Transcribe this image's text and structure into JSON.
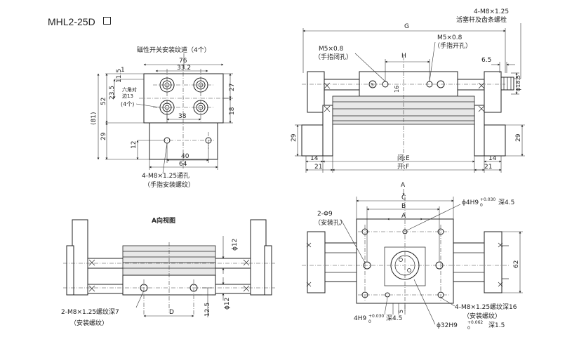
{
  "title": "MHL2-25D",
  "views": {
    "top_left": {
      "note_sensor": "磁性开关安装纹道（4个）",
      "dim_76": "76",
      "dim_33_2": "33.2",
      "dim_1": "1",
      "dim_11_5": "11.5",
      "dim_52": "52",
      "dim_23_5": "23.5",
      "dim_81": "(81)",
      "dim_29": "29",
      "dim_12": "12",
      "dim_27": "27",
      "dim_18": "18",
      "dim_38": "38",
      "dim_40": "40",
      "dim_64": "64",
      "hex_label_1": "六角对",
      "hex_label_2": "边13",
      "hex_count": "(4个)",
      "note_thread": "4-M8×1.25通孔",
      "note_thread_sub": "（手指安装螺纹）"
    },
    "top_right": {
      "dim_G": "G",
      "note_piston": "4-M8×1.25",
      "note_piston_sub": "活塞杆及齿条螺栓",
      "note_open": "M5×0.8",
      "note_open_sub": "（手指开孔）",
      "note_close": "M5×0.8",
      "note_close_sub": "（手指闭孔）",
      "dim_H": "H",
      "dim_6_5": "6.5",
      "dim_phi18_5": "ϕ18.5",
      "dim_16": "16",
      "dim_29": "29",
      "dim_29b": "29",
      "dim_14": "14",
      "dim_14b": "14",
      "dim_21": "21",
      "dim_21b": "21",
      "label_close_E": "闭:E",
      "label_open_F": "开:F",
      "label_S": "S"
    },
    "bottom_left": {
      "heading": "A向视图",
      "dim_phi12": "ϕ12",
      "dim_phi12b": "ϕ12",
      "dim_12_5": "12.5",
      "dim_D": "D",
      "note_thread": "2-M8×1.25螺纹深7",
      "note_thread_sub": "（安装螺纹）"
    },
    "bottom_right": {
      "label_A": "A",
      "dim_C": "C",
      "dim_B": "B",
      "dim_A": "A",
      "note_holes": "2-Φ9",
      "note_holes_sub": "（安装孔）",
      "note_dowel": "ϕ4H9",
      "note_dowel_tol_up": "+0.030",
      "note_dowel_tol_lo": "0",
      "note_dowel_depth": "深4.5",
      "dim_62": "62",
      "dim_5": "5",
      "note_4h9": "4H9",
      "note_4h9_tol_up": "+0.030",
      "note_4h9_tol_lo": "0",
      "note_4h9_depth": "深4.5",
      "note_thread16": "4-M8×1.25螺纹深16",
      "note_thread16_sub": "（安装螺纹）",
      "note_bore": "ϕ32H9",
      "note_bore_tol_up": "+0.062",
      "note_bore_tol_lo": "0",
      "note_bore_depth": "深1.5"
    }
  }
}
